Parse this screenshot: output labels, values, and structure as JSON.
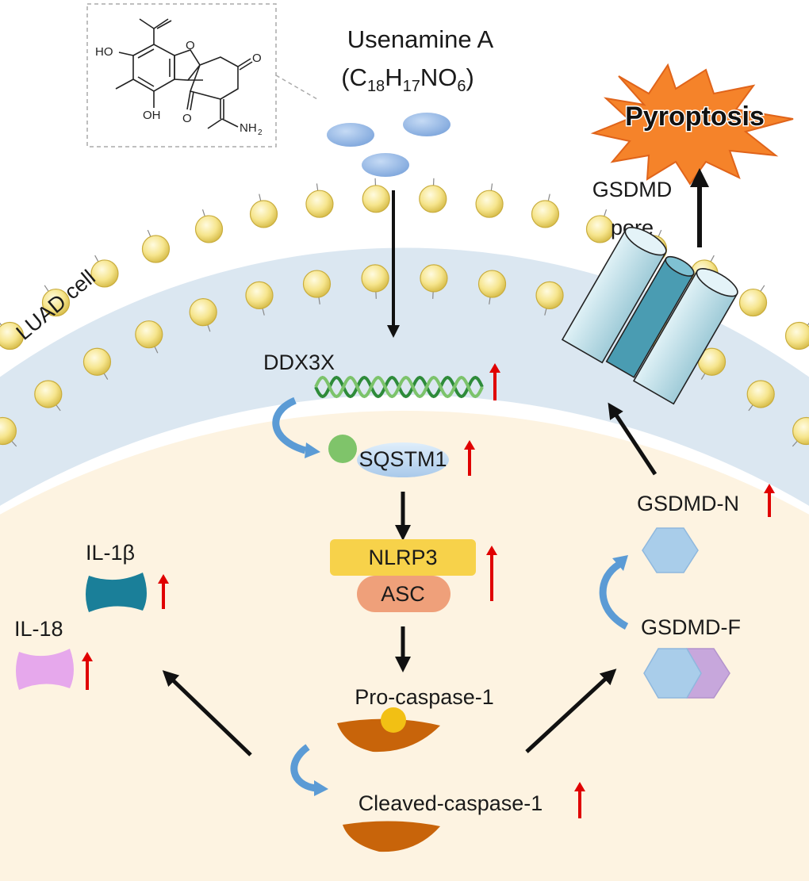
{
  "compound": {
    "name": "Usenamine A",
    "formula": {
      "open": "(C",
      "c": "18",
      "h": "H",
      "hn": "17",
      "n": "NO",
      "on": "6",
      "close": ")"
    },
    "structure_labels": {
      "ho_top": "HO",
      "ho_bottom": "OH",
      "o_ring": "O",
      "o_right": "O",
      "o_bottom": "O",
      "nh2": "NH",
      "nh2_sub": "2"
    }
  },
  "cell_label": "LUAD cell",
  "outcome": "Pyroptosis",
  "pore": {
    "line1": "GSDMD",
    "line2": "pore"
  },
  "pathway": {
    "ddx3x": "DDX3X",
    "sqstm1": "SQSTM1",
    "nlrp3": "NLRP3",
    "asc": "ASC",
    "pro_caspase": "Pro-caspase-1",
    "cleaved_caspase": "Cleaved-caspase-1",
    "il1b": "IL-1β",
    "il18": "IL-18",
    "gsdmd_n": "GSDMD-N",
    "gsdmd_f": "GSDMD-F"
  },
  "colors": {
    "membrane_head": "#f6e58d",
    "membrane_band": "#cfe0ee",
    "cytoplasm": "#fdf3e1",
    "up_arrow": "#e00000",
    "dna": "#3a9a3a",
    "nlrp3": "#f7d24a",
    "asc": "#efa07a",
    "caspase": "#c8640a",
    "il1b": "#1a7f99",
    "il18": "#e6a8ec",
    "gsdmd_n": "#a9cdea",
    "gsdmd_c": "#c7a7dc",
    "pore": "#bfe0ea",
    "burst": "#f5832a"
  }
}
